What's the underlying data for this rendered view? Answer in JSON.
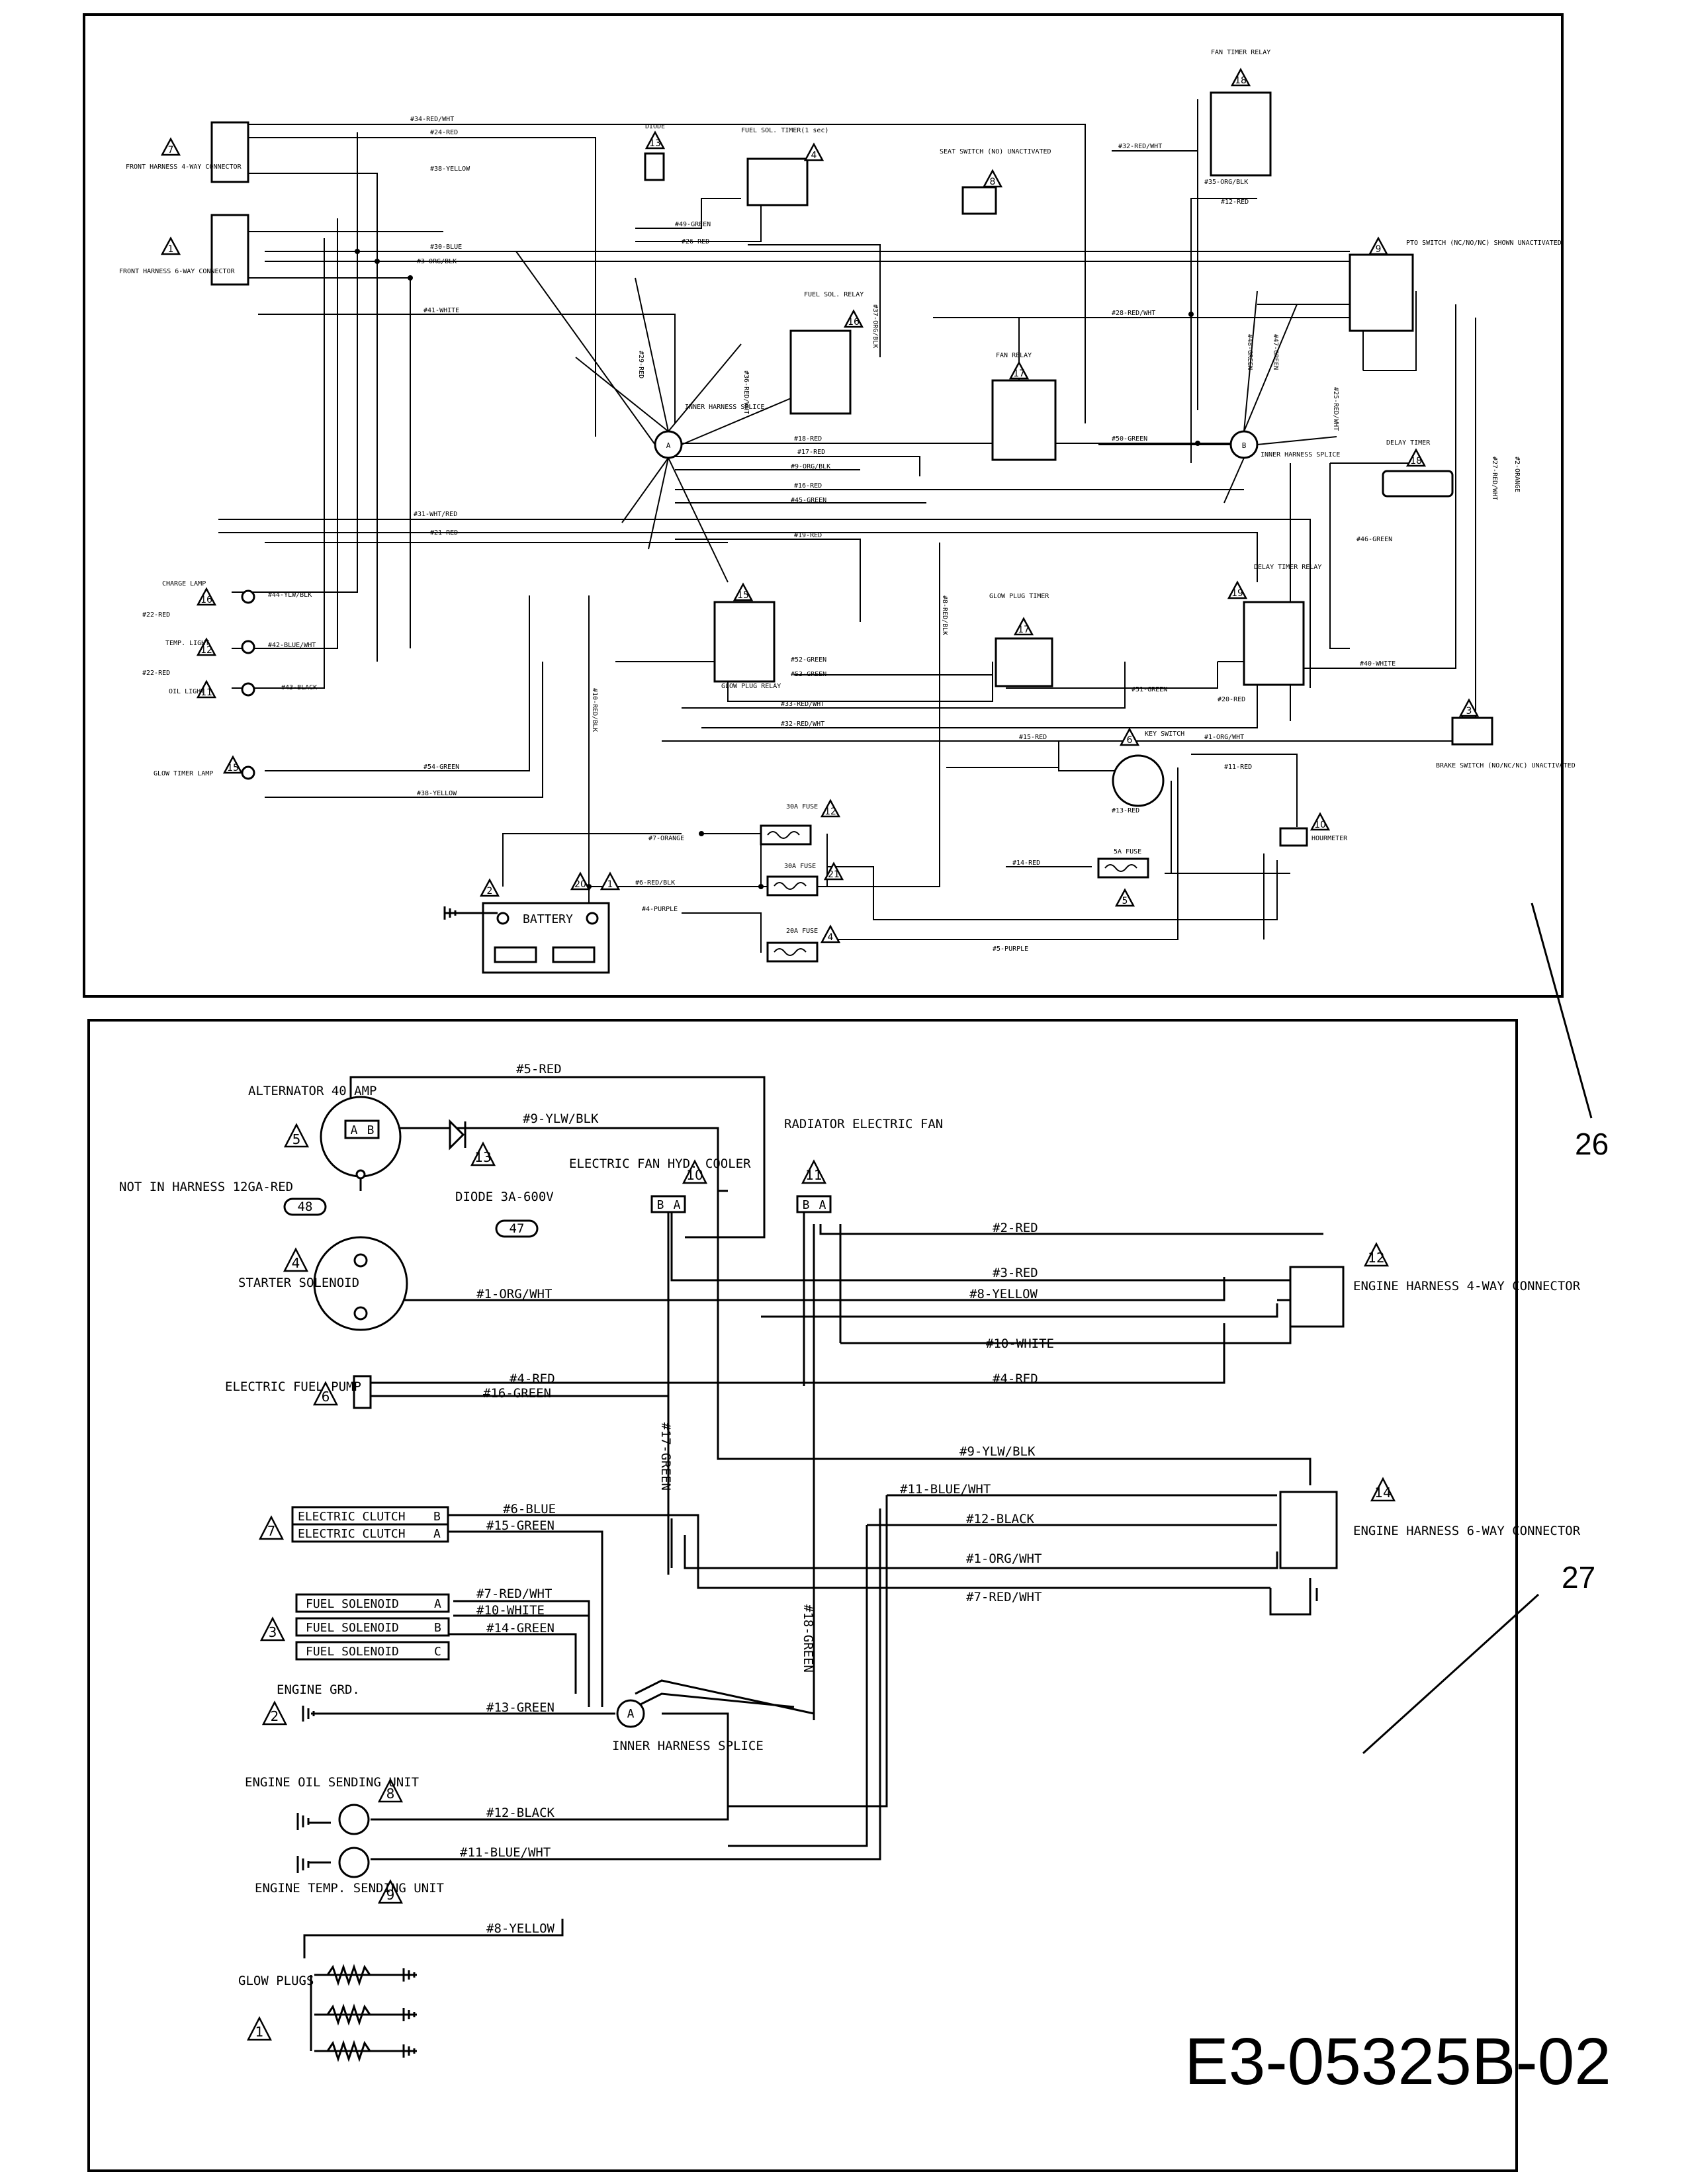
{
  "callouts": {
    "upper": "26",
    "lower": "27"
  },
  "drawing_number": "E3-05325B-02",
  "upper": {
    "front_4way": "FRONT HARNESS 4-WAY CONNECTOR",
    "front_6way": "FRONT HARNESS 6-WAY CONNECTOR",
    "diode": "DIODE",
    "fuel_timer": "FUEL SOL. TIMER(1 sec)",
    "seat_switch": "SEAT SWITCH (NO) UNACTIVATED",
    "fan_timer_relay": "FAN TIMER RELAY",
    "pto_switch": "PTO SWITCH (NC/NO/NC) SHOWN UNACTIVATED",
    "fuel_sol_relay": "FUEL SOL. RELAY",
    "fan_relay": "FAN RELAY",
    "inner_splice_a": "INNER HARNESS SPLICE",
    "inner_splice_b": "INNER HARNESS SPLICE",
    "delay_timer": "DELAY TIMER",
    "charge_lamp": "CHARGE LAMP",
    "temp_light": "TEMP. LIGHT",
    "oil_light": "OIL LIGHT",
    "glow_plug_relay": "GLOW PLUG RELAY",
    "glow_plug_timer": "GLOW PLUG TIMER",
    "delay_timer_relay": "DELAY TIMER RELAY",
    "brake_switch": "BRAKE SWITCH (NO/NC/NC) UNACTIVATED",
    "key_switch": "KEY SWITCH",
    "glow_timer_lamp": "GLOW TIMER LAMP",
    "hourmeter": "HOURMETER",
    "battery": "BATTERY",
    "fuse_30a_1": "30A FUSE",
    "fuse_30a_2": "30A FUSE",
    "fuse_20a": "20A FUSE",
    "fuse_5a": "5A FUSE",
    "wires": {
      "w34": "#34-RED/WHT",
      "w24": "#24-RED",
      "w38a": "#38-YELLOW",
      "w30": "#30-BLUE",
      "w3": "#3-ORG/BLK",
      "w41": "#41-WHITE",
      "w49": "#49-GREEN",
      "w26": "#26-RED",
      "w36": "#36-RED/WHT",
      "w37": "#37-ORG/BLK",
      "w32": "#32-RED/WHT",
      "w35": "#35-ORG/BLK",
      "w12": "#12-RED",
      "w28": "#28-RED/WHT",
      "w50": "#50-GREEN",
      "w18a": "#18-RED",
      "w17": "#17-RED",
      "w9": "#9-ORG/BLK",
      "w16": "#16-RED",
      "w45": "#45-GREEN",
      "w19": "#19-RED",
      "w31": "#31-WHT/RED",
      "w21": "#21-RED",
      "w44": "#44-YLW/BLK",
      "w22a": "#22-RED",
      "w42": "#42-BLUE/WHT",
      "w22b": "#22-RED",
      "w43": "#43-BLACK",
      "w52": "#52-GREEN",
      "w53": "#53-GREEN",
      "w33": "#33-RED/WHT",
      "w32b": "#32-RED/WHT",
      "w51": "#51-GREEN",
      "w20": "#20-RED",
      "w40": "#40-WHITE",
      "w15": "#15-RED",
      "w1": "#1-ORG/WHT",
      "w11": "#11-RED",
      "w13": "#13-RED",
      "w54": "#54-GREEN",
      "w38b": "#38-YELLOW",
      "w7": "#7-ORANGE",
      "w6": "#6-RED/BLK",
      "w14": "#14-RED",
      "w4": "#4-PURPLE",
      "w5": "#5-PURPLE",
      "w10": "#10-RED/BLK",
      "w8": "#8-RED/BLK",
      "w29": "#29-RED",
      "w46": "#46-GREEN",
      "w47": "#47-GREEN",
      "w48": "#48-GREEN",
      "w27": "#27-RED/WHT",
      "w2": "#2-ORANGE",
      "w25": "#25-RED/WHT"
    }
  },
  "lower": {
    "alternator": "ALTERNATOR 40 AMP",
    "not_in_harness": "NOT IN HARNESS 12GA-RED",
    "part48": "48",
    "diode": "DIODE 3A-600V",
    "part47": "47",
    "starter": "STARTER SOLENOID",
    "fan_hyd": "ELECTRIC FAN HYD. COOLER",
    "radiator_fan": "RADIATOR ELECTRIC FAN",
    "eng_4way": "ENGINE HARNESS 4-WAY CONNECTOR",
    "eng_6way": "ENGINE HARNESS 6-WAY CONNECTOR",
    "fuel_pump": "ELECTRIC FUEL PUMP",
    "clutch_b": "ELECTRIC CLUTCH",
    "clutch_a": "ELECTRIC CLUTCH",
    "fuel_sol_a": "FUEL SOLENOID",
    "fuel_sol_b": "FUEL SOLENOID",
    "fuel_sol_c": "FUEL SOLENOID",
    "engine_grd": "ENGINE GRD.",
    "inner_splice": "INNER HARNESS SPLICE",
    "oil_sender": "ENGINE OIL SENDING UNIT",
    "temp_sender": "ENGINE TEMP. SENDING UNIT",
    "glow_plugs": "GLOW PLUGS",
    "wires": {
      "w5": "#5-RED",
      "w9a": "#9-YLW/BLK",
      "w2": "#2-RED",
      "w3": "#3-RED",
      "w1a": "#1-ORG/WHT",
      "w8a": "#8-YELLOW",
      "w10a": "#10-WHITE",
      "w4a": "#4-RED",
      "w4b": "#4-RED",
      "w16": "#16-GREEN",
      "w17": "#17-GREEN",
      "w9b": "#9-YLW/BLK",
      "w11a": "#11-BLUE/WHT",
      "w6": "#6-BLUE",
      "w12a": "#12-BLACK",
      "w15": "#15-GREEN",
      "w1b": "#1-ORG/WHT",
      "w7a": "#7-RED/WHT",
      "w7b": "#7-RED/WHT",
      "w10b": "#10-WHITE",
      "w14": "#14-GREEN",
      "w18": "#18-GREEN",
      "w13": "#13-GREEN",
      "w12b": "#12-BLACK",
      "w11b": "#11-BLUE/WHT",
      "w8b": "#8-YELLOW"
    }
  }
}
